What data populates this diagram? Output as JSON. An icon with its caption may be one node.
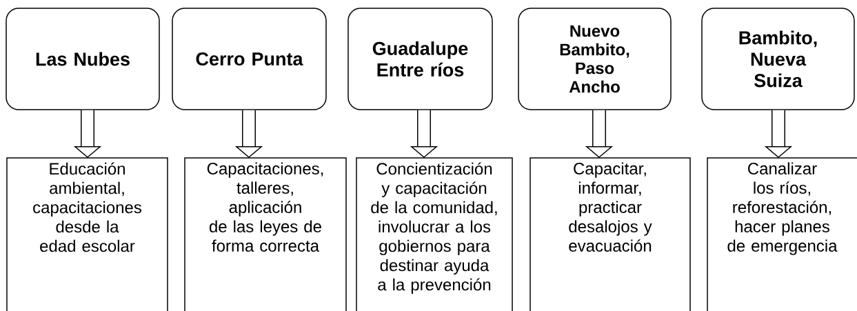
{
  "diagram": {
    "nodes": [
      {
        "text": [
          "Las Nubes"
        ]
      },
      {
        "text": [
          "Cerro Punta"
        ]
      },
      {
        "text": [
          "Guadalupe Entre ríos"
        ]
      },
      {
        "text": [
          "Nuevo Bambito, Paso Ancho"
        ]
      },
      {
        "text": [
          "Bambito, Nueva Suiza"
        ]
      },
      {
        "text": [
          "Educación ambiental, capacitaciones desde la edad escolar"
        ]
      },
      {
        "text": [
          "Capacitaciones, talleres, aplicación de las leyes de forma correcta"
        ]
      },
      {
        "text": [
          "Concientización y capacitación de la comunidad, involucrar a los gobiernos para destinar ayuda a la prevención"
        ]
      },
      {
        "text": [
          "Capacitar, informar, practicar desalojos y evacuación"
        ]
      },
      {
        "text": [
          "Canalizar los ríos, reforestación, hacer planes de emergencia"
        ]
      }
    ],
    "edges": [
      {
        "from": 0,
        "to": 5,
        "arrow": "to"
      },
      {
        "from": 1,
        "to": 6,
        "arrow": "to"
      },
      {
        "from": 2,
        "to": 7,
        "arrow": "to"
      },
      {
        "from": 3,
        "to": 8,
        "arrow": "to"
      },
      {
        "from": 4,
        "to": 9,
        "arrow": "to"
      }
    ]
  }
}
